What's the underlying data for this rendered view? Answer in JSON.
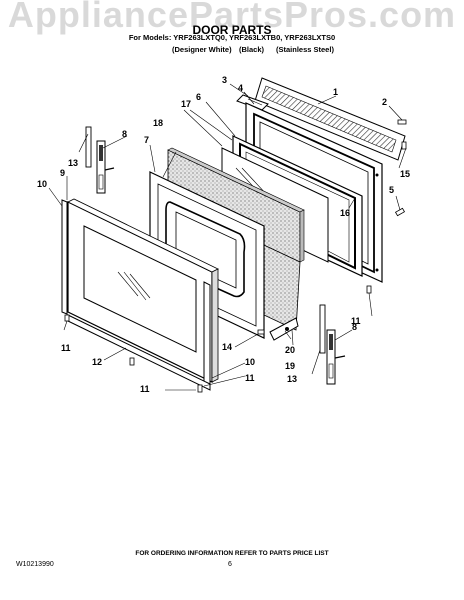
{
  "watermark": "AppliancePartsPros.com",
  "header": {
    "title": "DOOR PARTS",
    "models": "For Models: YRF263LXTQ0, YRF263LXTB0, YRF263LXTS0",
    "variants": [
      "(Designer White)",
      "(Black)",
      "(Stainless Steel)"
    ]
  },
  "callouts": [
    {
      "id": "c1",
      "text": "1"
    },
    {
      "id": "c2",
      "text": "2"
    },
    {
      "id": "c3",
      "text": "3"
    },
    {
      "id": "c4",
      "text": "4"
    },
    {
      "id": "c5",
      "text": "5"
    },
    {
      "id": "c6",
      "text": "6"
    },
    {
      "id": "c7",
      "text": "7"
    },
    {
      "id": "c8a",
      "text": "8"
    },
    {
      "id": "c8b",
      "text": "8"
    },
    {
      "id": "c9",
      "text": "9"
    },
    {
      "id": "c10a",
      "text": "10"
    },
    {
      "id": "c10b",
      "text": "10"
    },
    {
      "id": "c11a",
      "text": "11"
    },
    {
      "id": "c11b",
      "text": "11"
    },
    {
      "id": "c11c",
      "text": "11"
    },
    {
      "id": "c11d",
      "text": "11"
    },
    {
      "id": "c12",
      "text": "12"
    },
    {
      "id": "c13a",
      "text": "13"
    },
    {
      "id": "c13b",
      "text": "13"
    },
    {
      "id": "c14",
      "text": "14"
    },
    {
      "id": "c15",
      "text": "15"
    },
    {
      "id": "c16",
      "text": "16"
    },
    {
      "id": "c17",
      "text": "17"
    },
    {
      "id": "c18",
      "text": "18"
    },
    {
      "id": "c19",
      "text": "19"
    },
    {
      "id": "c20",
      "text": "20"
    }
  ],
  "footer": {
    "ordering_info": "FOR ORDERING INFORMATION REFER TO PARTS PRICE LIST",
    "doc_number": "W10213990",
    "page_number": "6"
  }
}
